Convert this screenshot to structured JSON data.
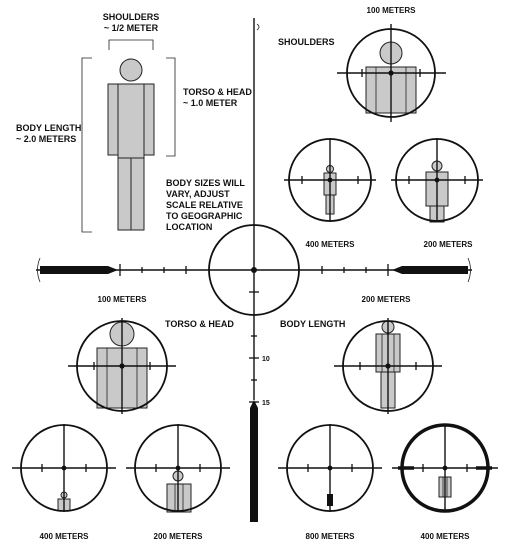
{
  "diagram": {
    "shoulders": {
      "title": "SHOULDERS",
      "value": "~ 1/2 METER"
    },
    "torso_head": {
      "title": "TORSO & HEAD",
      "value": "~ 1.0 METER"
    },
    "body_length": {
      "title": "BODY LENGTH",
      "value": "~ 2.0 METERS"
    },
    "note": [
      "BODY SIZES WILL",
      "VARY, ADJUST",
      "SCALE RELATIVE",
      "TO GEOGRAPHIC",
      "LOCATION"
    ],
    "section_labels": {
      "shoulders": "SHOULDERS",
      "torso_head": "TORSO & HEAD",
      "body_length": "BODY LENGTH"
    },
    "range_labels": {
      "top_100": "100 METERS",
      "mid_400": "400 METERS",
      "mid_200": "200 METERS",
      "left_100": "100 METERS",
      "right_200": "200 METERS",
      "bottom_400_a": "400 METERS",
      "bottom_200": "200 METERS",
      "bottom_800": "800 METERS",
      "bottom_400_b": "400 METERS"
    },
    "reticle_marks": {
      "mark_10": "10",
      "mark_15": "15"
    }
  }
}
